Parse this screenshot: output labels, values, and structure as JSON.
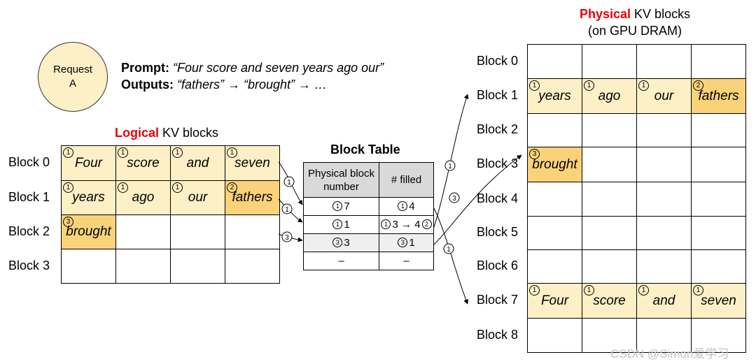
{
  "request": {
    "line1": "Request",
    "line2": "A"
  },
  "prompt": {
    "prompt_label": "Prompt:",
    "prompt_text": "“Four score and seven years ago our”",
    "outputs_label": "Outputs:",
    "outputs_text": "“fathers” → “brought” → …"
  },
  "logical": {
    "title_red": "Logical",
    "title_rest": " KV blocks",
    "blocks": [
      {
        "label": "Block 0",
        "cells": [
          {
            "text": "Four",
            "num": "1",
            "fill": "light"
          },
          {
            "text": "score",
            "num": "1",
            "fill": "light"
          },
          {
            "text": "and",
            "num": "1",
            "fill": "light"
          },
          {
            "text": "seven",
            "num": "1",
            "fill": "light"
          }
        ]
      },
      {
        "label": "Block 1",
        "cells": [
          {
            "text": "years",
            "num": "1",
            "fill": "light"
          },
          {
            "text": "ago",
            "num": "1",
            "fill": "light"
          },
          {
            "text": "our",
            "num": "1",
            "fill": "light"
          },
          {
            "text": "fathers",
            "num": "2",
            "fill": "dark"
          }
        ]
      },
      {
        "label": "Block 2",
        "cells": [
          {
            "text": "brought",
            "num": "3",
            "fill": "dark"
          },
          {
            "text": "",
            "num": "",
            "fill": "none"
          },
          {
            "text": "",
            "num": "",
            "fill": "none"
          },
          {
            "text": "",
            "num": "",
            "fill": "none"
          }
        ]
      },
      {
        "label": "Block 3",
        "cells": [
          {
            "text": "",
            "num": "",
            "fill": "none"
          },
          {
            "text": "",
            "num": "",
            "fill": "none"
          },
          {
            "text": "",
            "num": "",
            "fill": "none"
          },
          {
            "text": "",
            "num": "",
            "fill": "none"
          }
        ]
      }
    ]
  },
  "block_table": {
    "title": "Block Table",
    "header_physical": "Physical block number",
    "header_filled": "# filled",
    "rows": [
      {
        "phys_num": "1",
        "phys": "7",
        "filled_num": "1",
        "filled": "4",
        "filled_num2": ""
      },
      {
        "phys_num": "1",
        "phys": "1",
        "filled_num": "1",
        "filled": "3 → 4",
        "filled_num2": "2"
      },
      {
        "phys_num": "3",
        "phys": "3",
        "filled_num": "3",
        "filled": "1",
        "filled_num2": ""
      },
      {
        "phys_num": "",
        "phys": "–",
        "filled_num": "",
        "filled": "–",
        "filled_num2": ""
      }
    ]
  },
  "arrow_labels": {
    "bt_in_1": "1",
    "bt_in_2": "1",
    "bt_in_3": "3",
    "to_phys_1": "1",
    "to_phys_3": "3",
    "to_phys_7": "1"
  },
  "physical": {
    "title_red": "Physical",
    "title_rest": " KV blocks",
    "subtitle": "(on GPU DRAM)",
    "blocks": [
      {
        "label": "Block 0",
        "cells": [
          {
            "text": "",
            "num": "",
            "fill": "none"
          },
          {
            "text": "",
            "num": "",
            "fill": "none"
          },
          {
            "text": "",
            "num": "",
            "fill": "none"
          },
          {
            "text": "",
            "num": "",
            "fill": "none"
          }
        ]
      },
      {
        "label": "Block 1",
        "cells": [
          {
            "text": "years",
            "num": "1",
            "fill": "light"
          },
          {
            "text": "ago",
            "num": "1",
            "fill": "light"
          },
          {
            "text": "our",
            "num": "1",
            "fill": "light"
          },
          {
            "text": "fathers",
            "num": "2",
            "fill": "dark"
          }
        ]
      },
      {
        "label": "Block 2",
        "cells": [
          {
            "text": "",
            "num": "",
            "fill": "none"
          },
          {
            "text": "",
            "num": "",
            "fill": "none"
          },
          {
            "text": "",
            "num": "",
            "fill": "none"
          },
          {
            "text": "",
            "num": "",
            "fill": "none"
          }
        ]
      },
      {
        "label": "Block 3",
        "cells": [
          {
            "text": "brought",
            "num": "3",
            "fill": "dark"
          },
          {
            "text": "",
            "num": "",
            "fill": "none"
          },
          {
            "text": "",
            "num": "",
            "fill": "none"
          },
          {
            "text": "",
            "num": "",
            "fill": "none"
          }
        ]
      },
      {
        "label": "Block 4",
        "cells": [
          {
            "text": "",
            "num": "",
            "fill": "none"
          },
          {
            "text": "",
            "num": "",
            "fill": "none"
          },
          {
            "text": "",
            "num": "",
            "fill": "none"
          },
          {
            "text": "",
            "num": "",
            "fill": "none"
          }
        ]
      },
      {
        "label": "Block 5",
        "cells": [
          {
            "text": "",
            "num": "",
            "fill": "none"
          },
          {
            "text": "",
            "num": "",
            "fill": "none"
          },
          {
            "text": "",
            "num": "",
            "fill": "none"
          },
          {
            "text": "",
            "num": "",
            "fill": "none"
          }
        ]
      },
      {
        "label": "Block 6",
        "cells": [
          {
            "text": "",
            "num": "",
            "fill": "none"
          },
          {
            "text": "",
            "num": "",
            "fill": "none"
          },
          {
            "text": "",
            "num": "",
            "fill": "none"
          },
          {
            "text": "",
            "num": "",
            "fill": "none"
          }
        ]
      },
      {
        "label": "Block 7",
        "cells": [
          {
            "text": "Four",
            "num": "1",
            "fill": "light"
          },
          {
            "text": "score",
            "num": "1",
            "fill": "light"
          },
          {
            "text": "and",
            "num": "1",
            "fill": "light"
          },
          {
            "text": "seven",
            "num": "1",
            "fill": "light"
          }
        ]
      },
      {
        "label": "Block 8",
        "cells": [
          {
            "text": "",
            "num": "",
            "fill": "none"
          },
          {
            "text": "",
            "num": "",
            "fill": "none"
          },
          {
            "text": "",
            "num": "",
            "fill": "none"
          },
          {
            "text": "",
            "num": "",
            "fill": "none"
          }
        ]
      }
    ]
  },
  "watermark": "CSDN @Simon爱学习"
}
